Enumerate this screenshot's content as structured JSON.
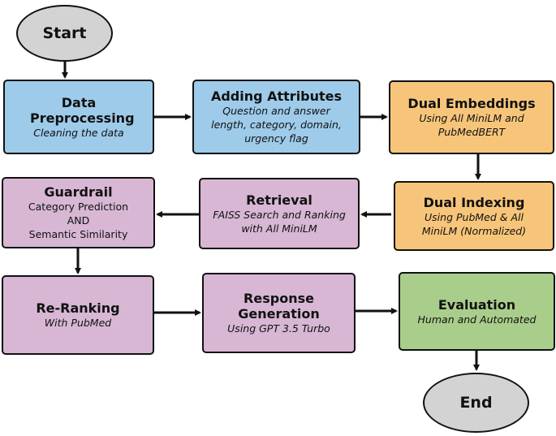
{
  "colors": {
    "blue": "#9ecbea",
    "orange": "#f7c57a",
    "purple": "#d7b7d4",
    "green": "#a9cd8a",
    "terminal": "#d3d3d3",
    "stroke": "#111111"
  },
  "start": {
    "label": "Start"
  },
  "end": {
    "label": "End"
  },
  "steps": {
    "data_preprocessing": {
      "title": "Data Preprocessing",
      "desc": "Cleaning the data"
    },
    "adding_attributes": {
      "title": "Adding Attributes",
      "desc": "Question and answer length, category, domain, urgency flag"
    },
    "dual_embeddings": {
      "title": "Dual Embeddings",
      "desc": "Using All MiniLM and PubMedBERT"
    },
    "dual_indexing": {
      "title": "Dual Indexing",
      "desc": "Using PubMed & All MiniLM (Normalized)"
    },
    "retrieval": {
      "title": "Retrieval",
      "desc": "FAISS Search and Ranking with All MiniLM"
    },
    "guardrail": {
      "title": "Guardrail",
      "desc_line1": "Category Prediction",
      "desc_line2": "AND",
      "desc_line3": "Semantic Similarity"
    },
    "re_ranking": {
      "title": "Re-Ranking",
      "desc": "With PubMed"
    },
    "response_generation": {
      "title": "Response Generation",
      "desc": "Using GPT 3.5 Turbo"
    },
    "evaluation": {
      "title": "Evaluation",
      "desc": "Human and Automated"
    }
  }
}
